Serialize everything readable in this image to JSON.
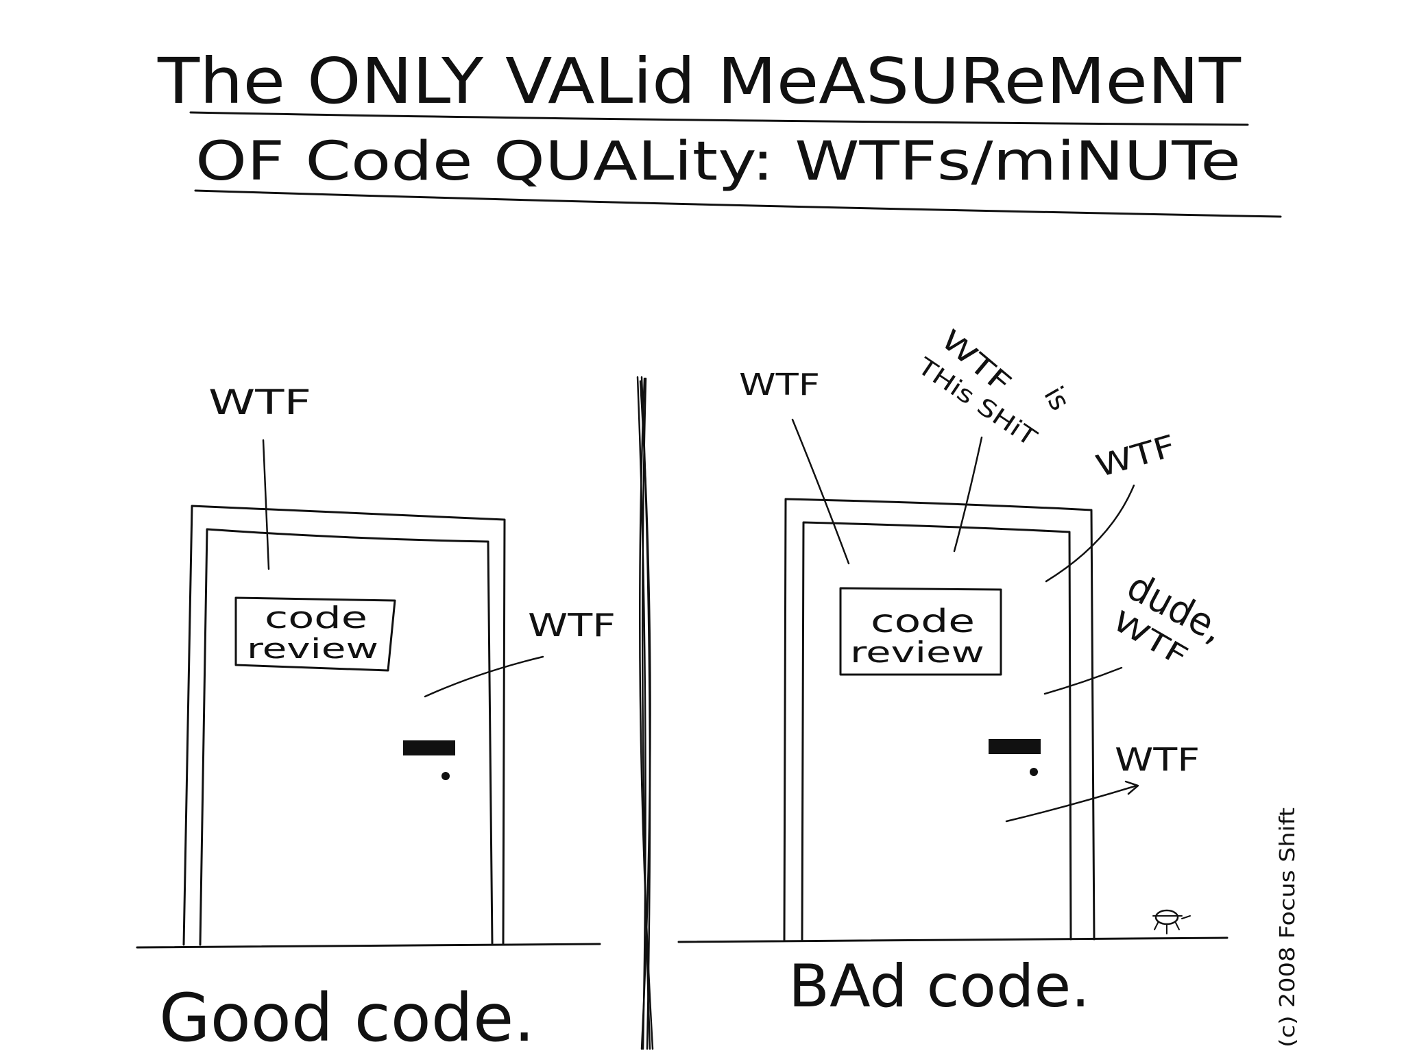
{
  "title": {
    "line1": "The ONLY VALid MeASUReMeNT",
    "line2": "OF Code QUALity: WTFs/miNUTe"
  },
  "left_panel": {
    "caption": "Good code.",
    "sign_line1": "code",
    "sign_line2": "review",
    "wtf_top": "WTF",
    "wtf_right": "WTF"
  },
  "right_panel": {
    "caption": "BAd code.",
    "sign_line1": "code",
    "sign_line2": "review",
    "wtf_left": "WTF",
    "wtf_is_1": "WTF",
    "wtf_is_2": "is",
    "wtf_is_3": "THis SHiT",
    "wtf_upper_right": "WTF",
    "dude": "dude,",
    "dude_wtf": "WTF",
    "wtf_low": "WTF"
  },
  "copyright": "(c) 2008 Focus Shift",
  "colors": {
    "ink": "#111111",
    "paper": "#ffffff"
  }
}
